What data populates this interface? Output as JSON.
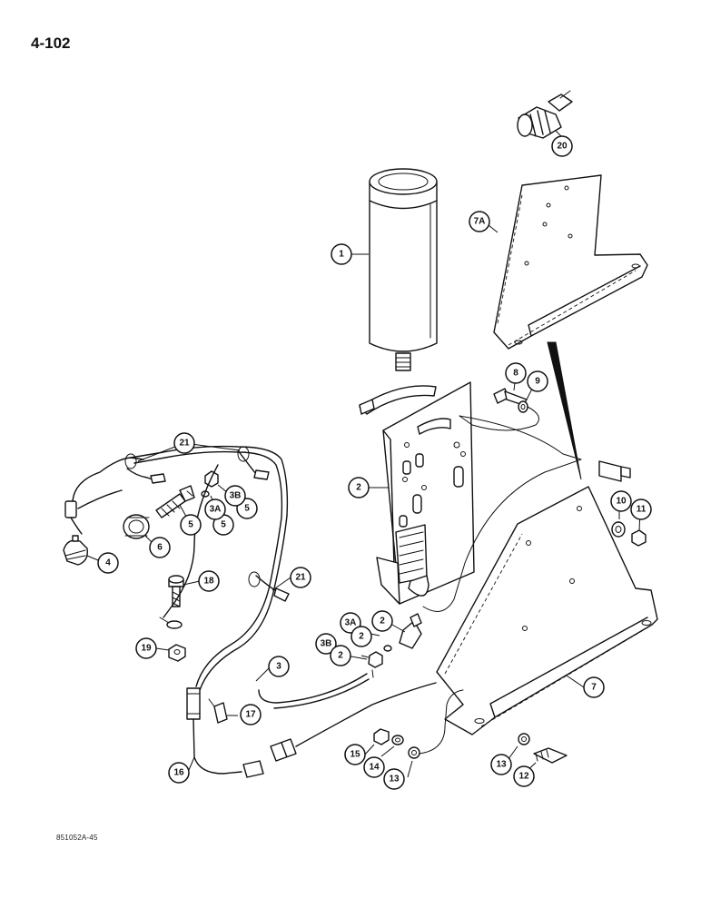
{
  "page": {
    "number": "4-102",
    "drawing_code": "851052A-45"
  },
  "callouts": [
    {
      "id": "c1",
      "label": "1"
    },
    {
      "id": "c2",
      "label": "2"
    },
    {
      "id": "c3",
      "label": "3"
    },
    {
      "id": "c4",
      "label": "4"
    },
    {
      "id": "c5a",
      "label": "5"
    },
    {
      "id": "c5b",
      "label": "5"
    },
    {
      "id": "c5c",
      "label": "5"
    },
    {
      "id": "c3a1",
      "label": "3A"
    },
    {
      "id": "c3b1",
      "label": "3B"
    },
    {
      "id": "c6",
      "label": "6"
    },
    {
      "id": "c7",
      "label": "7"
    },
    {
      "id": "c7a",
      "label": "7A"
    },
    {
      "id": "c8",
      "label": "8"
    },
    {
      "id": "c9",
      "label": "9"
    },
    {
      "id": "c10",
      "label": "10"
    },
    {
      "id": "c11",
      "label": "11"
    },
    {
      "id": "c12",
      "label": "12"
    },
    {
      "id": "c13a",
      "label": "13"
    },
    {
      "id": "c13b",
      "label": "13"
    },
    {
      "id": "c14",
      "label": "14"
    },
    {
      "id": "c15",
      "label": "15"
    },
    {
      "id": "c16",
      "label": "16"
    },
    {
      "id": "c17",
      "label": "17"
    },
    {
      "id": "c18",
      "label": "18"
    },
    {
      "id": "c19",
      "label": "19"
    },
    {
      "id": "c20",
      "label": "20"
    },
    {
      "id": "c21a",
      "label": "21"
    },
    {
      "id": "c21b",
      "label": "21"
    },
    {
      "id": "c3a2",
      "label": "3A"
    },
    {
      "id": "c2b",
      "label": "2"
    },
    {
      "id": "c2c",
      "label": "2"
    },
    {
      "id": "c3b2",
      "label": "3B"
    },
    {
      "id": "c2d",
      "label": "2"
    }
  ]
}
